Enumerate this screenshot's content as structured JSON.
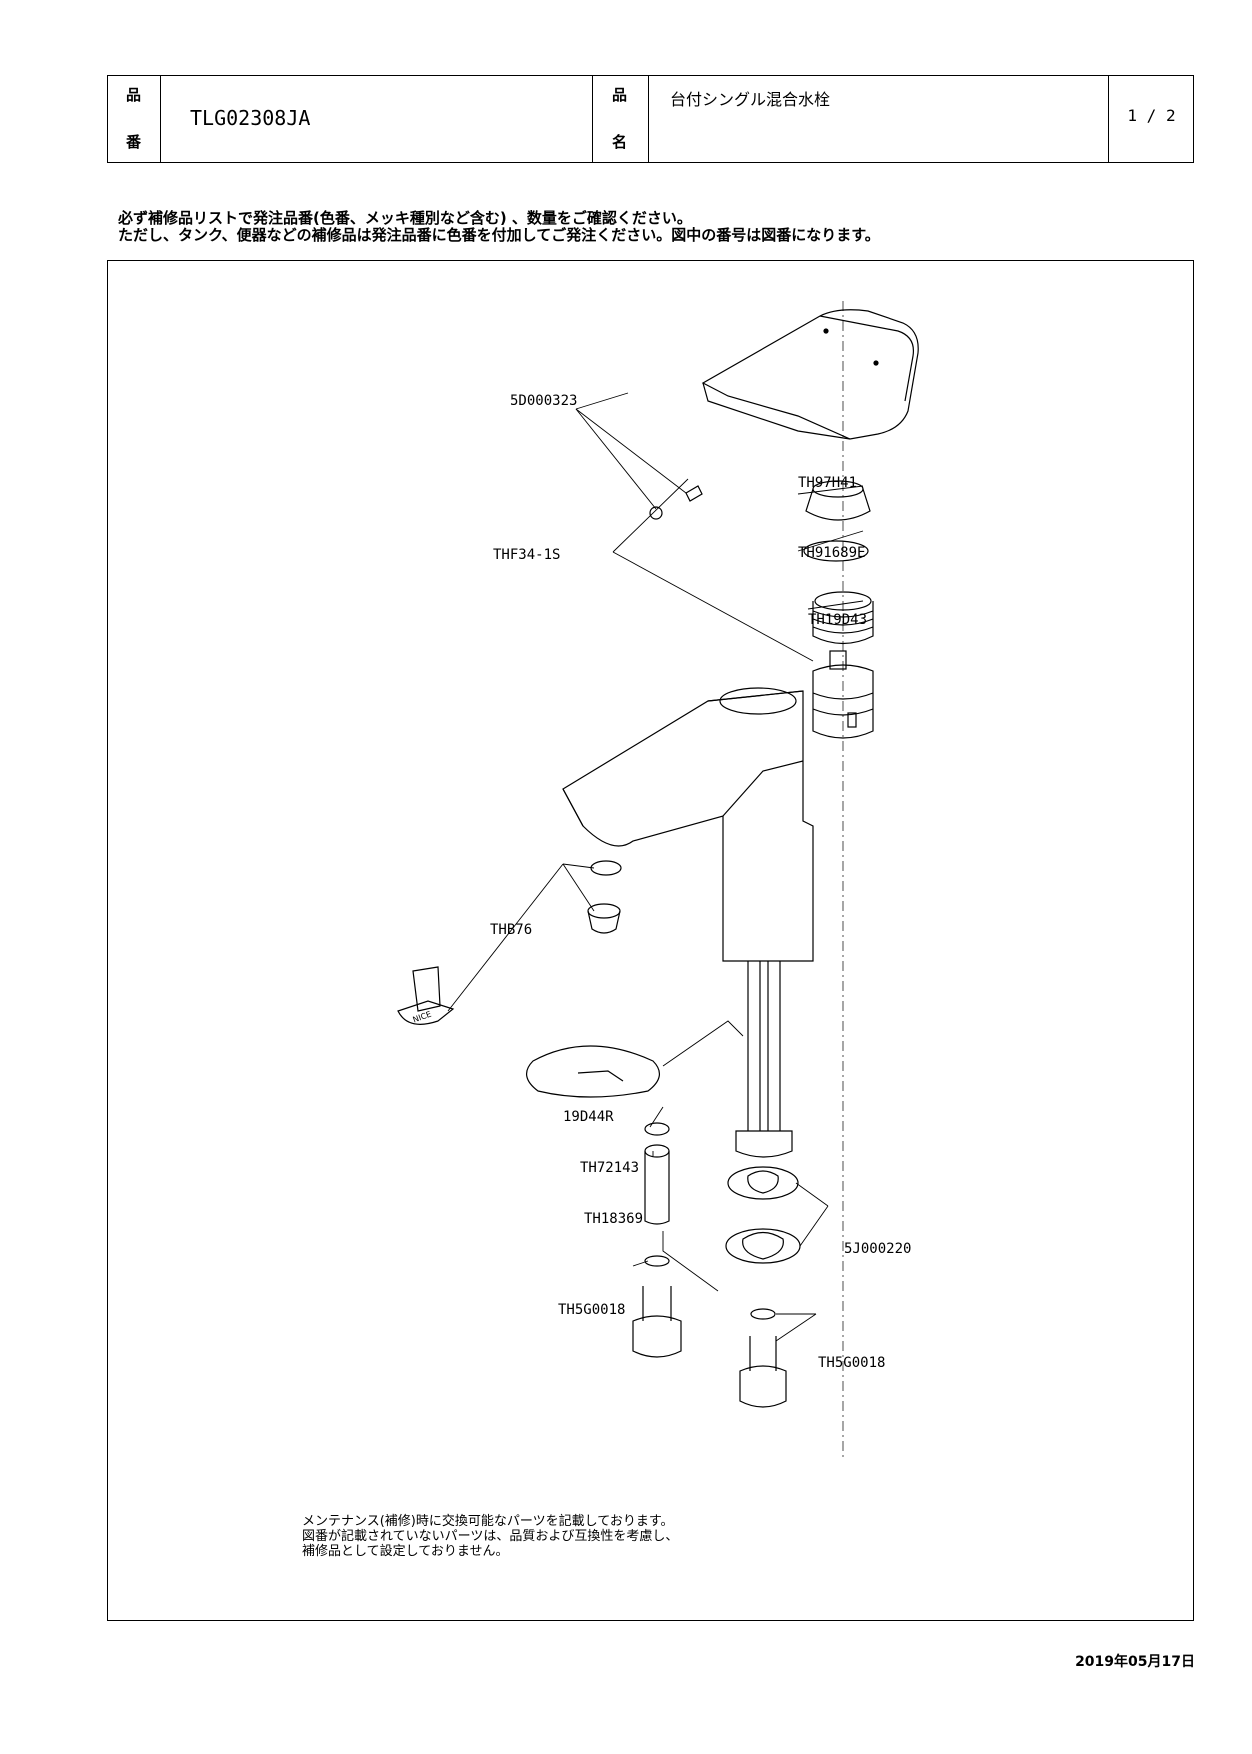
{
  "header": {
    "part_no_label": [
      "品",
      "番"
    ],
    "part_no": "TLG02308JA",
    "product_name_label": [
      "品",
      "名"
    ],
    "product_name": "台付シングル混合水栓",
    "page": "1 / 2"
  },
  "notes": {
    "line1": "必ず補修品リストで発注品番(色番、メッキ種別など含む) 、数量をご確認ください。",
    "line2": "ただし、タンク、便器などの補修品は発注品番に色番を付加してご発注ください。図中の番号は図番になります。"
  },
  "parts": {
    "p1": "5D000323",
    "p2": "TH97H41",
    "p3": "TH91689E",
    "p4": "THF34-1S",
    "p5": "TH19D43",
    "p6": "THB76",
    "p7": "19D44R",
    "p8": "TH72143",
    "p9": "TH18369",
    "p10": "5J000220",
    "p11": "TH5G0018",
    "p12": "TH5G0018"
  },
  "tool_mark": "NICE",
  "bottom_note": {
    "line1": "メンテナンス(補修)時に交換可能なパーツを記載しております。",
    "line2": "図番が記載されていないパーツは、品質および互換性を考慮し、",
    "line3": "補修品として設定しておりません。"
  },
  "date": "2019年05月17日"
}
